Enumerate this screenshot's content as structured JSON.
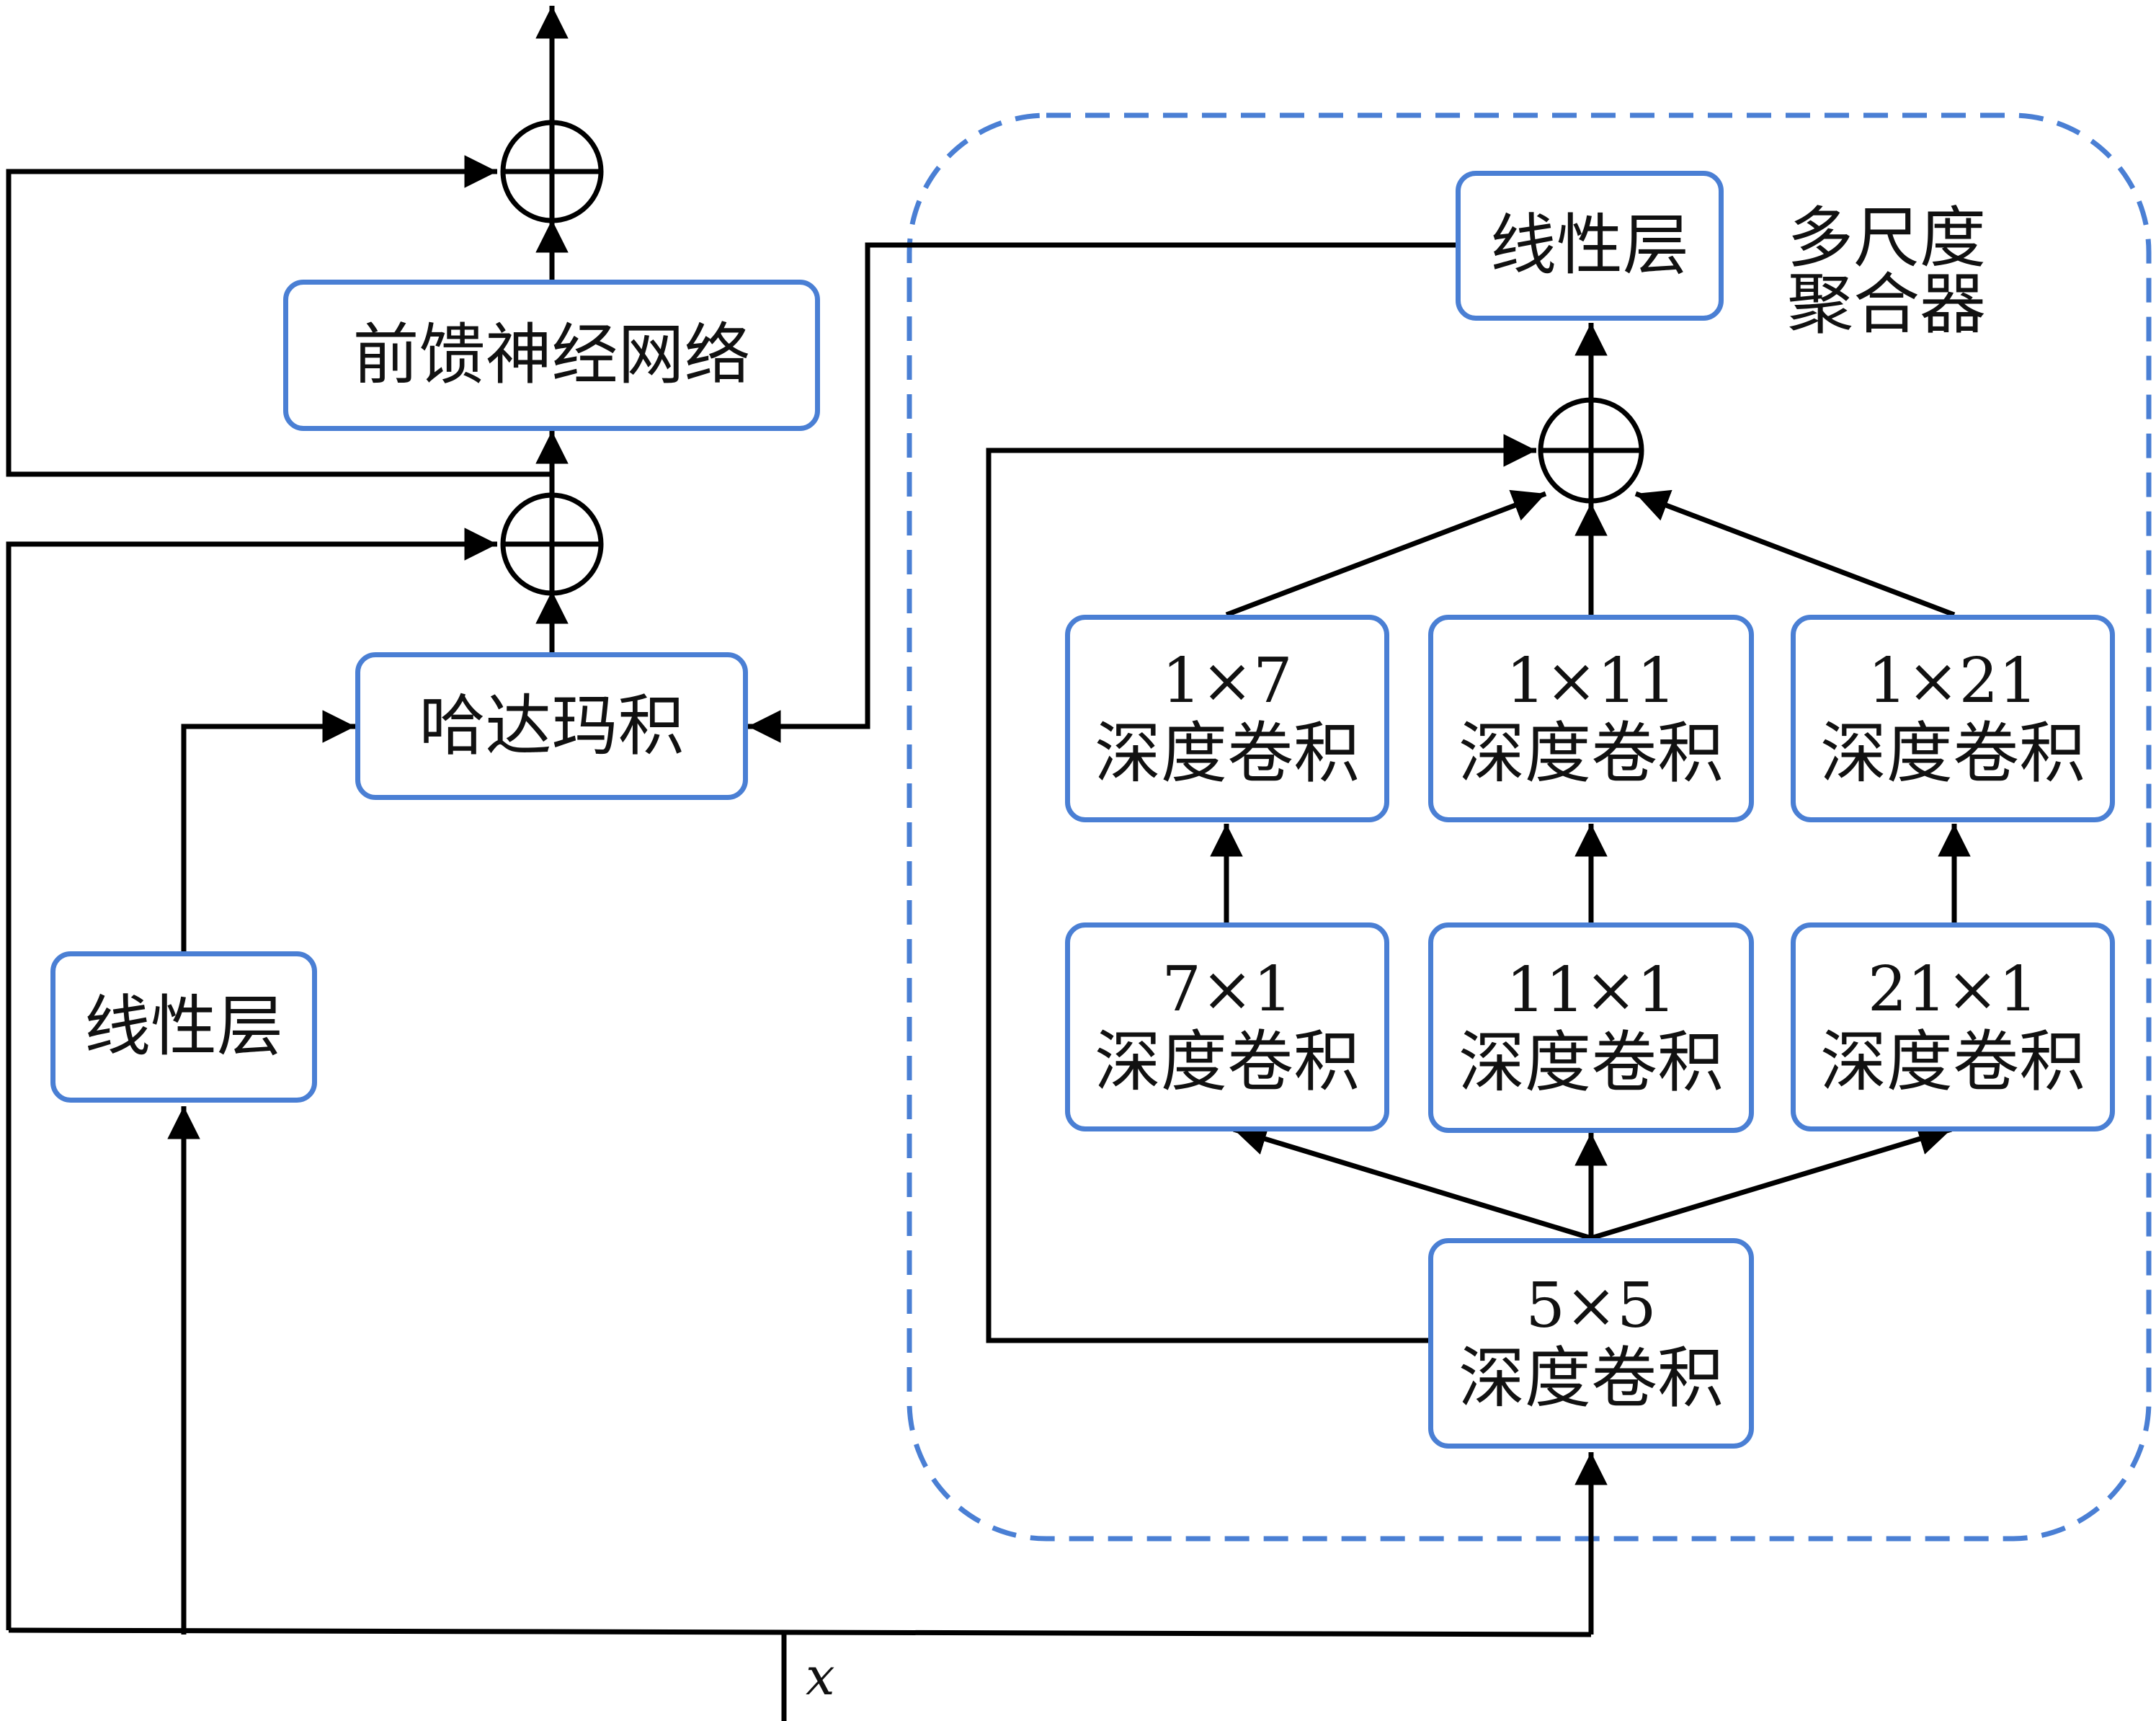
{
  "top_level": {
    "ffn_label": "前馈神经网络",
    "hadamard_label": "哈达玛积",
    "linear_left_label": "线性层",
    "input_label": "x"
  },
  "aggregator": {
    "title_line1": "多尺度",
    "title_line2": "聚合器",
    "linear_label": "线性层",
    "base_conv": {
      "kernel": "5×5",
      "label": "深度卷积"
    },
    "branches": [
      {
        "first": {
          "kernel": "7×1",
          "label": "深度卷积"
        },
        "second": {
          "kernel": "1×7",
          "label": "深度卷积"
        }
      },
      {
        "first": {
          "kernel": "11×1",
          "label": "深度卷积"
        },
        "second": {
          "kernel": "1×11",
          "label": "深度卷积"
        }
      },
      {
        "first": {
          "kernel": "21×1",
          "label": "深度卷积"
        },
        "second": {
          "kernel": "1×21",
          "label": "深度卷积"
        }
      }
    ]
  },
  "colors": {
    "box_border": "#4a7fd4",
    "dashed_region": "#4a7fd4",
    "lines": "#000000"
  }
}
